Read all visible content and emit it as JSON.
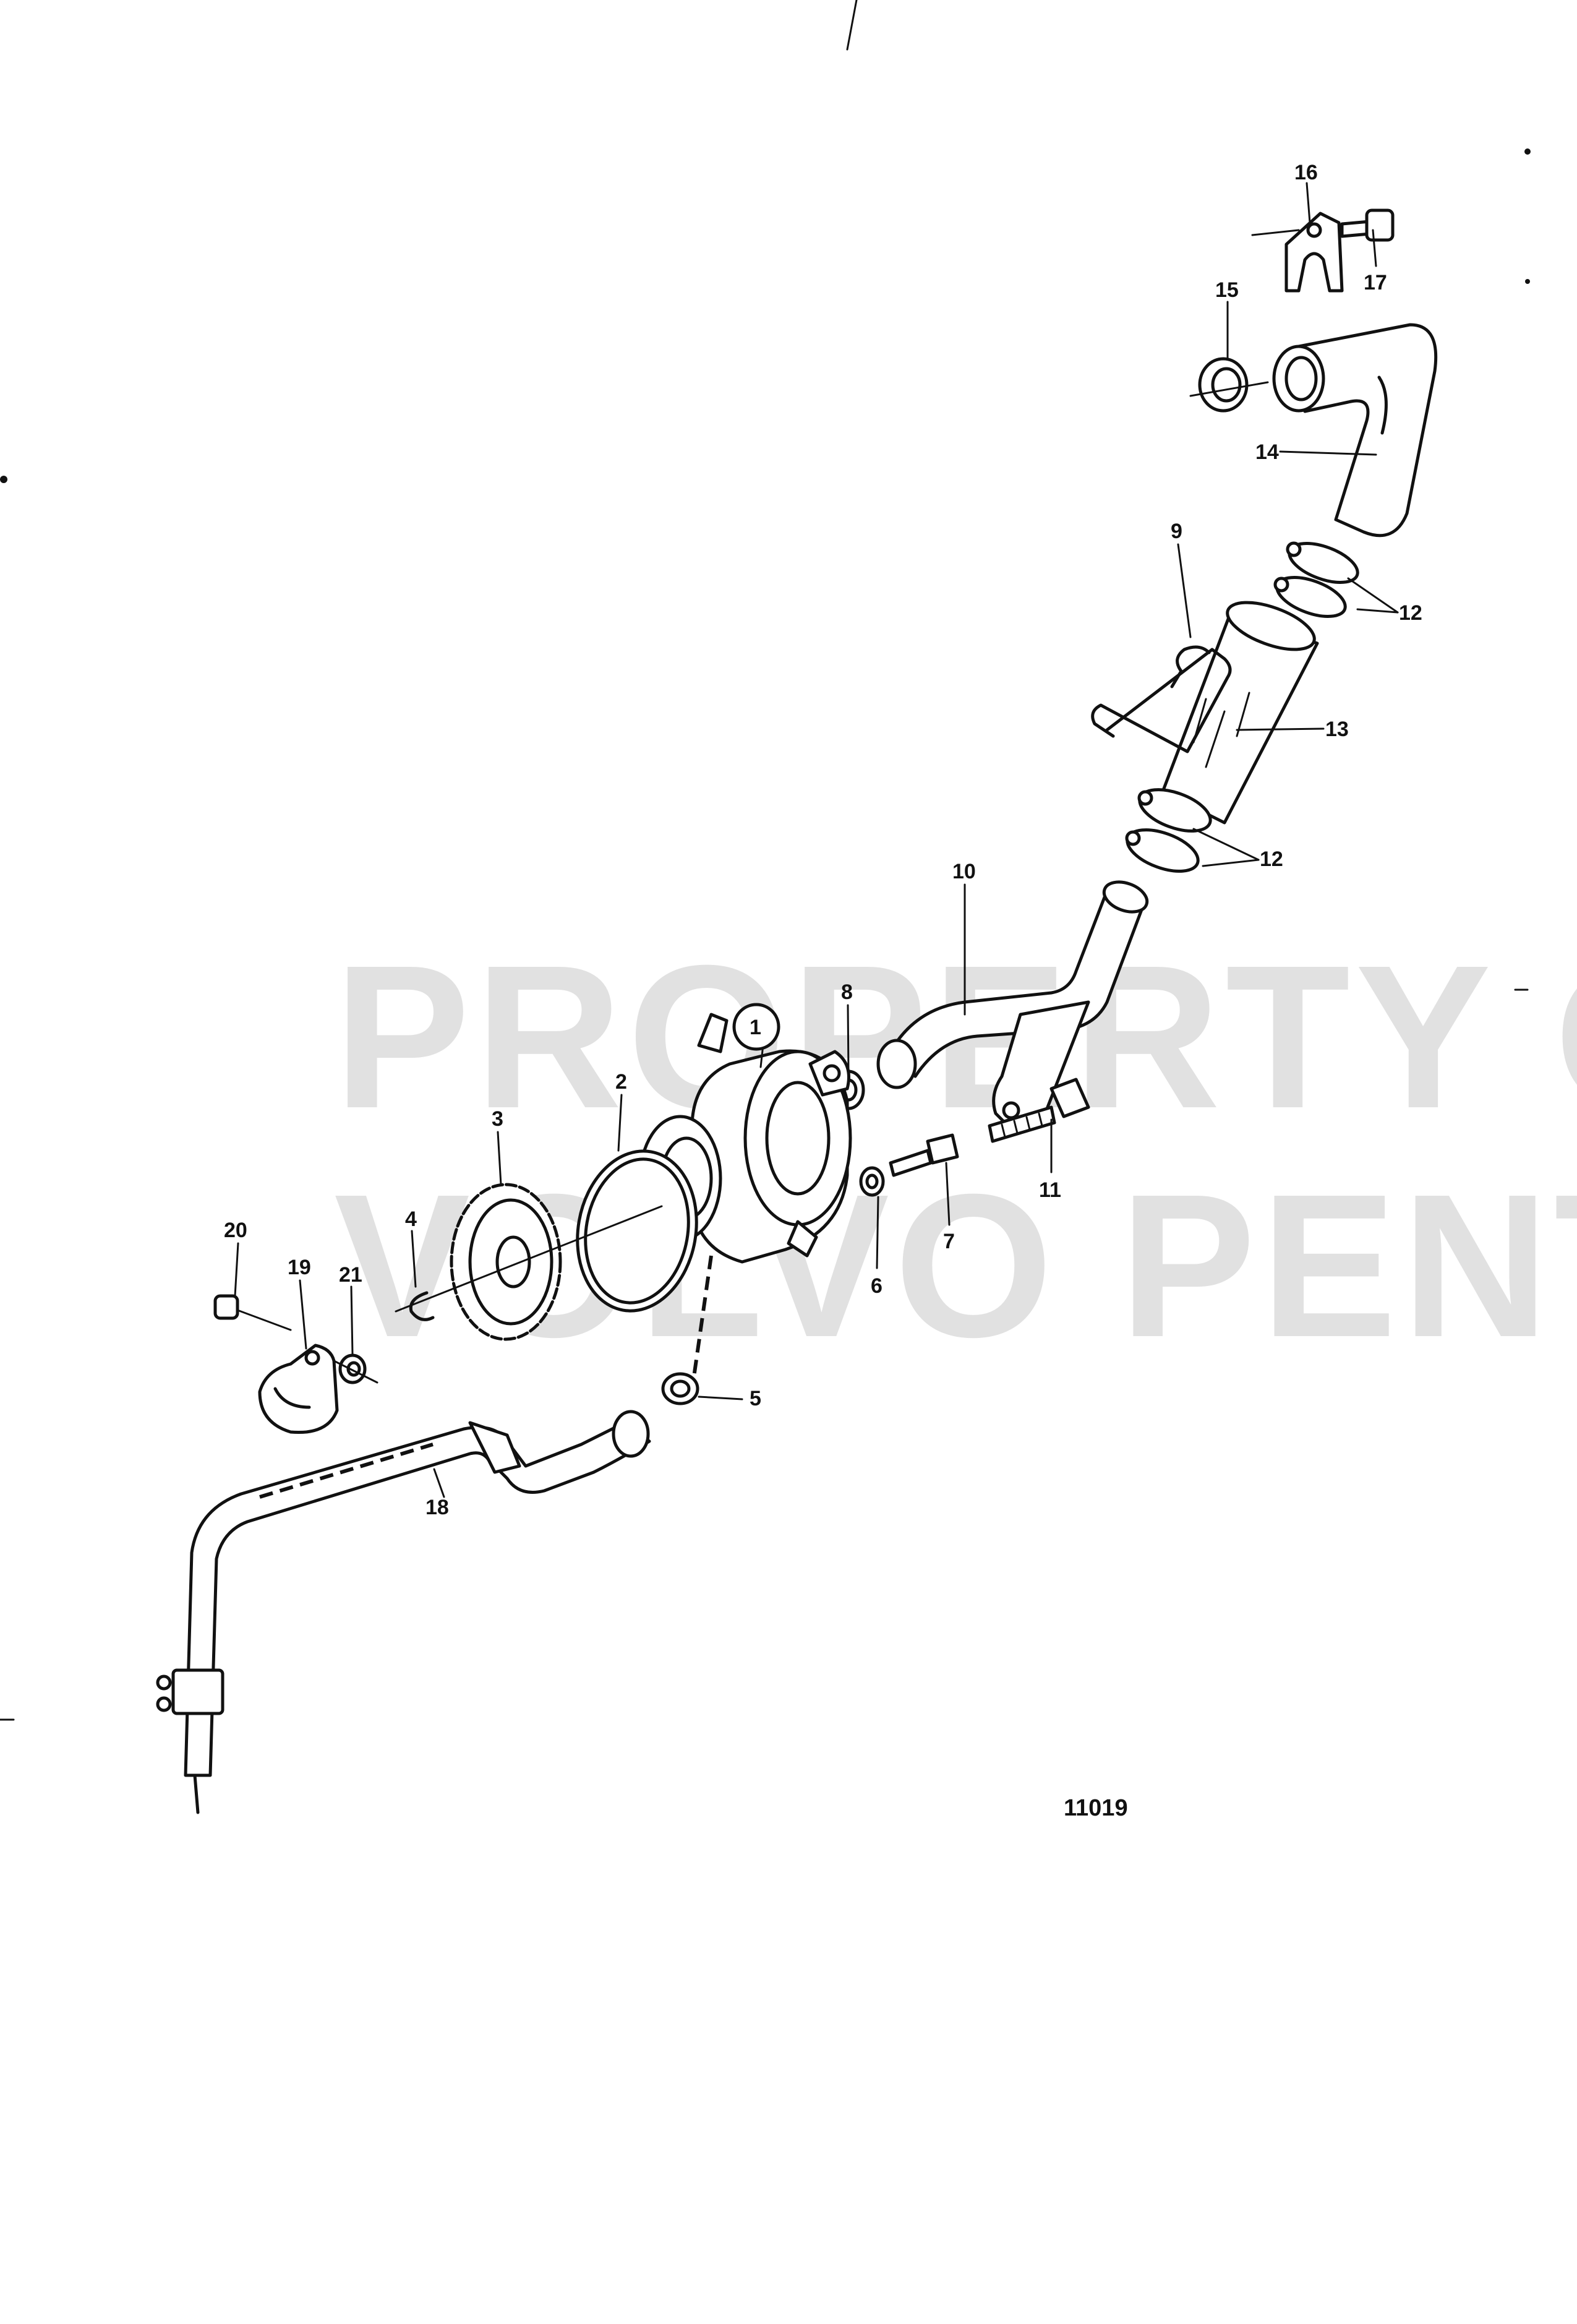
{
  "watermark": {
    "line1": "PROPERTY OF",
    "line2": "VOLVO PENTA"
  },
  "reference_number": "11019",
  "callouts": [
    {
      "id": "1",
      "circled": true
    },
    {
      "id": "2"
    },
    {
      "id": "3"
    },
    {
      "id": "4"
    },
    {
      "id": "5"
    },
    {
      "id": "6"
    },
    {
      "id": "7"
    },
    {
      "id": "8"
    },
    {
      "id": "9"
    },
    {
      "id": "10"
    },
    {
      "id": "11"
    },
    {
      "id": "12"
    },
    {
      "id": "12b",
      "text": "12"
    },
    {
      "id": "13"
    },
    {
      "id": "14"
    },
    {
      "id": "15"
    },
    {
      "id": "16"
    },
    {
      "id": "17"
    },
    {
      "id": "18"
    },
    {
      "id": "19"
    },
    {
      "id": "20"
    },
    {
      "id": "21"
    }
  ]
}
